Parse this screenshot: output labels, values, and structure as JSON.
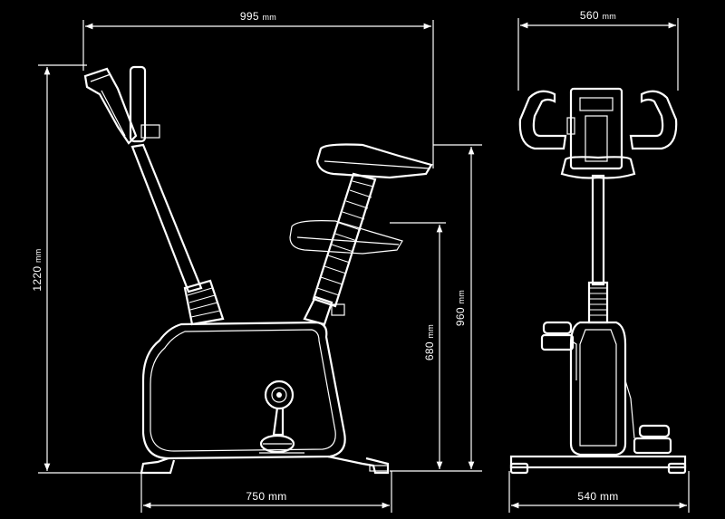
{
  "colors": {
    "background": "#000000",
    "ink": "#ffffff"
  },
  "dimensions": {
    "top_length": {
      "value": "995",
      "unit": "mm"
    },
    "front_width": {
      "value": "560",
      "unit": "mm"
    },
    "total_height": {
      "value": "1220",
      "unit": "mm"
    },
    "seat_max": {
      "value": "960",
      "unit": "mm"
    },
    "seat_min": {
      "value": "680",
      "unit": "mm"
    },
    "base_length": {
      "value": "750",
      "unit": "mm"
    },
    "base_width": {
      "value": "540",
      "unit": "mm"
    }
  }
}
